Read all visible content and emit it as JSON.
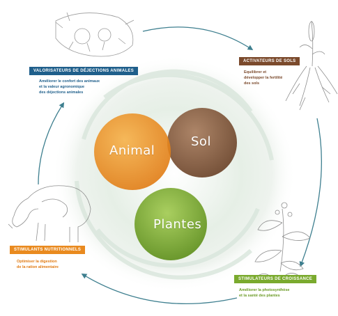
{
  "circles": {
    "animal": "Animal",
    "sol": "Sol",
    "plantes": "Plantes"
  },
  "boxes": {
    "top_left": {
      "label": "VALORISATEURS DE DÉJECTIONS ANIMALES",
      "lines": [
        "Améliorer le confort des animaux",
        "et la valeur agronomique",
        "des déjections animales"
      ]
    },
    "top_right": {
      "label": "ACTIVATEURS DE SOLS",
      "lines": [
        "Equilibrer et",
        "développer la fertilité",
        "des sols"
      ]
    },
    "bottom_left": {
      "label": "STIMULANTS NUTRITIONNELS",
      "lines": [
        "Optimiser la digestion",
        "de la ration alimentaire"
      ]
    },
    "bottom_right": {
      "label": "STIMULATEURS DE CROISSANCE",
      "lines": [
        "Améliorer la photosynthèse",
        "et la santé des plantes"
      ]
    }
  },
  "colors": {
    "blue": "#1f5f8b",
    "brown": "#7b4a2c",
    "orange": "#e98a1f",
    "green": "#7aaa2e",
    "sketch": "#9a9a9a"
  },
  "illustrations": [
    "animal-manure-sketch",
    "root-plant-sketch",
    "cow-sketch",
    "flowering-plant-sketch"
  ]
}
